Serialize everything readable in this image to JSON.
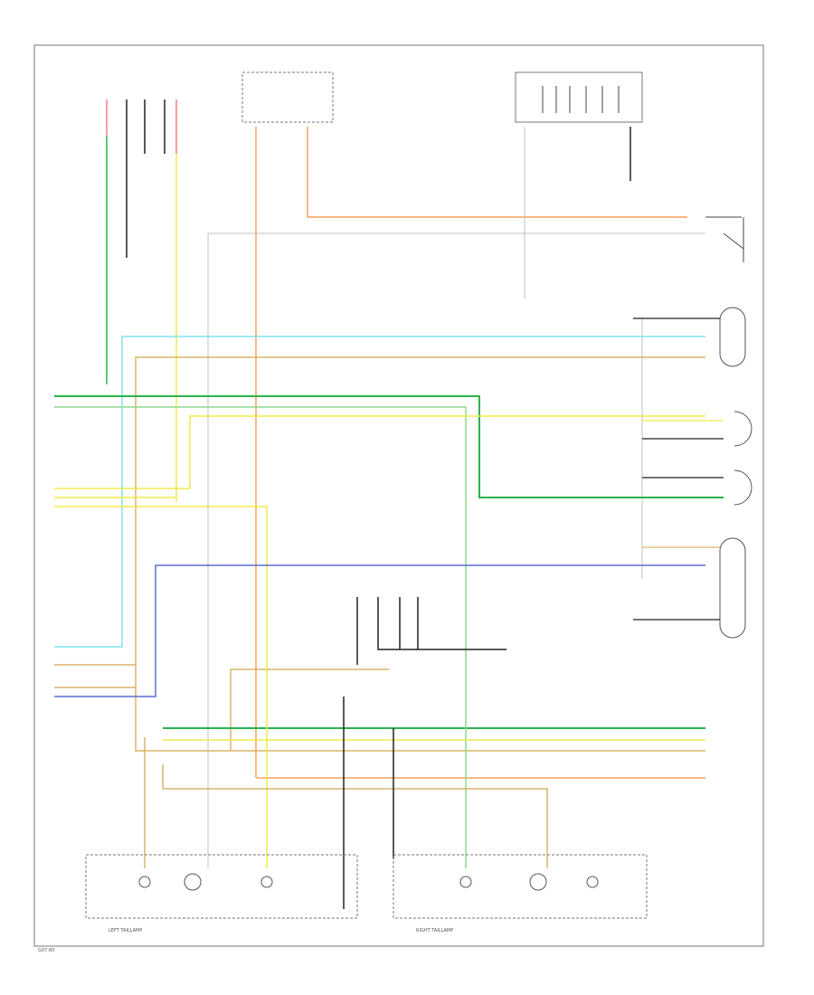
{
  "colors": {
    "green": "#2bb24c",
    "light_green": "#8fd98f",
    "yellow": "#f2ea4a",
    "orange": "#f6a15a",
    "cyan": "#7fe3f0",
    "tan": "#d9b66a",
    "blue": "#5a6fd0",
    "gray": "#9a9a9a",
    "black": "#222222",
    "red_pink": "#f08080"
  },
  "labels": {
    "left_taillamp": "LEFT TAILLAMP",
    "right_taillamp": "RIGHT TAILLAMP",
    "page_ref": "G07-80"
  }
}
